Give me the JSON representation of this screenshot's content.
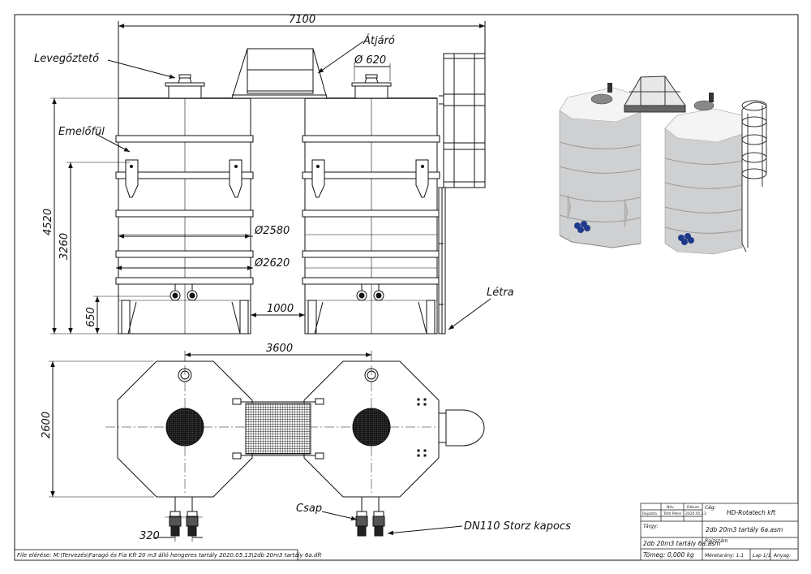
{
  "dimensions": {
    "overall_width": "7100",
    "walkway_diameter": "Ø 620",
    "height_total": "4520",
    "height_mid": "3260",
    "height_low": "650",
    "dia_2580": "Ø2580",
    "dia_2620": "Ø2620",
    "gap": "1000",
    "plan_centers": "3600",
    "plan_depth": "2600",
    "tap_spacing": "320"
  },
  "labels": {
    "vent": "Levegőztető",
    "walkway": "Átjáró",
    "lifting_lug": "Emelőfül",
    "ladder": "Létra",
    "tap": "Csap",
    "coupling": "DN110 Storz kapocs"
  },
  "file_path": "File elérése: M:\\Tervezés\\Faragó és Fia Kft 20 m3 álló hengeres tartály 2020.05.13\\2db 20m3 tartály 6a.dft",
  "title_block": {
    "company": "HD-Rotatech kft",
    "subject_label": "Tárgy:",
    "subject_value": "2db 20m3 tartály 6a.asm",
    "drawing_name": "2db 20m3 tartály 6a.asm",
    "weight": "Tömeg: 0,000 kg",
    "scale": "Méretarány: 1:1",
    "sheet": "Lap 1/1",
    "material": "Anyag:",
    "small_header_1": "Név",
    "small_header_2": "Dátum",
    "small_header_3": "Cég:",
    "designer_role": "Rajzolta",
    "designer_name": "Tóth Péter",
    "date": "2020.05.13",
    "drawing_number": "Rajzszám"
  },
  "colors": {
    "line": "#111111",
    "render_body": "#cfd0d2",
    "render_top": "#f4f4f4",
    "fitting_blue": "#1f3a8a",
    "hatch": "#222222"
  }
}
